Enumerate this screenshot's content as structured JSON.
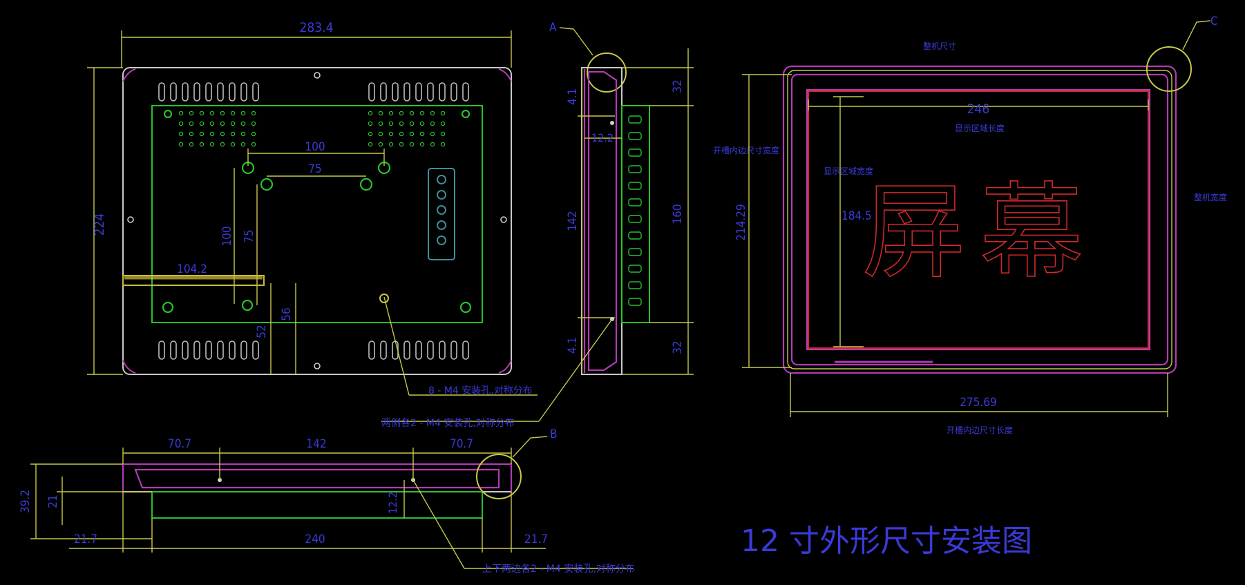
{
  "colors": {
    "background": "#000000",
    "dimension_line": "#c8c84a",
    "dimension_text": "#3a3ad8",
    "pcb": "#29c02d",
    "housing": "#c9c9c9",
    "bezel": "#b23bb5",
    "screen_label": "#d02929"
  },
  "front_view": {
    "width": "283.4",
    "height": "224",
    "vesa_outer": "100",
    "vesa_inner": "75",
    "vesa_outer_v": "100",
    "vesa_inner_v": "75",
    "offset_x": "104.2",
    "offset_y1": "52",
    "offset_y2": "56",
    "note_mount_holes": "8 - M4 安装孔,对称分布"
  },
  "side_view": {
    "callout_a": "A",
    "top_small": "4.1",
    "top_right": "32",
    "mid_small": "12.2",
    "mid_height": "142",
    "right_height": "160",
    "bottom_small": "4.1",
    "bottom_right": "32",
    "note_side_holes": "两侧各2 - M4 安装孔,对称分布"
  },
  "screen_view": {
    "callout_c": "C",
    "screen_text": "屏幕",
    "opening_width": "246",
    "opening_height": "184.5",
    "height_label": "214.29",
    "width_label": "275.69",
    "top_note": "整机尺寸",
    "display_width_note": "显示区域长度",
    "display_height_note": "显示区域宽度",
    "left_note": "开槽内边尺寸宽度",
    "right_note": "整机宽度",
    "bottom_note": "开槽内边尺寸长度"
  },
  "bottom_view": {
    "callout_b": "B",
    "left_span": "70.7",
    "mid_span": "142",
    "right_span": "70.7",
    "total_depth": "39.2",
    "front_depth": "21",
    "small_depth": "12.2",
    "left_margin": "21.7",
    "base_width": "240",
    "right_margin": "21.7",
    "note_top_bottom_holes": "上下两边各2 - M4 安装孔,对称分布"
  },
  "title": "12 寸外形尺寸安装图"
}
